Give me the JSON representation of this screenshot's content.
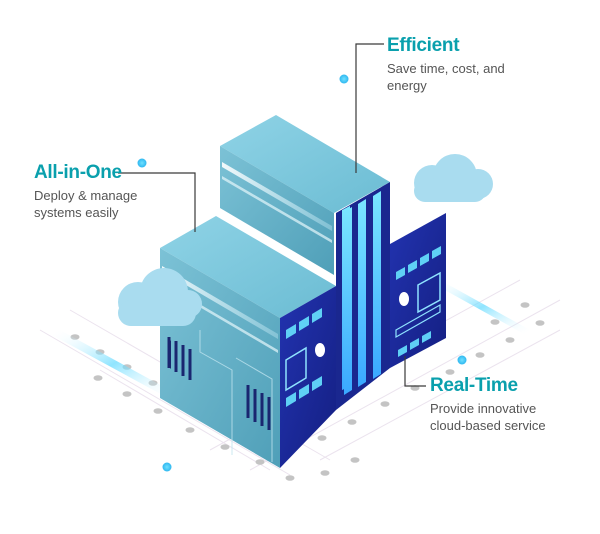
{
  "colors": {
    "accent": "#0aa0ad",
    "text_muted": "#555555",
    "panel_light": "#7cc8dc",
    "panel_dark": "#1b2a9a",
    "glow": "#5cd6ff",
    "cloud": "#a9dcef",
    "grid_dot": "#c4c4c4",
    "dot_cyan": "#4fd3ff"
  },
  "callouts": {
    "efficient": {
      "title": "Efficient",
      "line1": "Save time, cost, and",
      "line2": "energy"
    },
    "all_in_one": {
      "title": "All-in-One",
      "line1": "Deploy & manage",
      "line2": "systems easily"
    },
    "real_time": {
      "title": "Real-Time",
      "line1": "Provide innovative",
      "line2": "cloud-based service"
    }
  },
  "icons": [
    "building-illustration",
    "cloud-icon",
    "grid-floor",
    "sparkle-dot"
  ]
}
